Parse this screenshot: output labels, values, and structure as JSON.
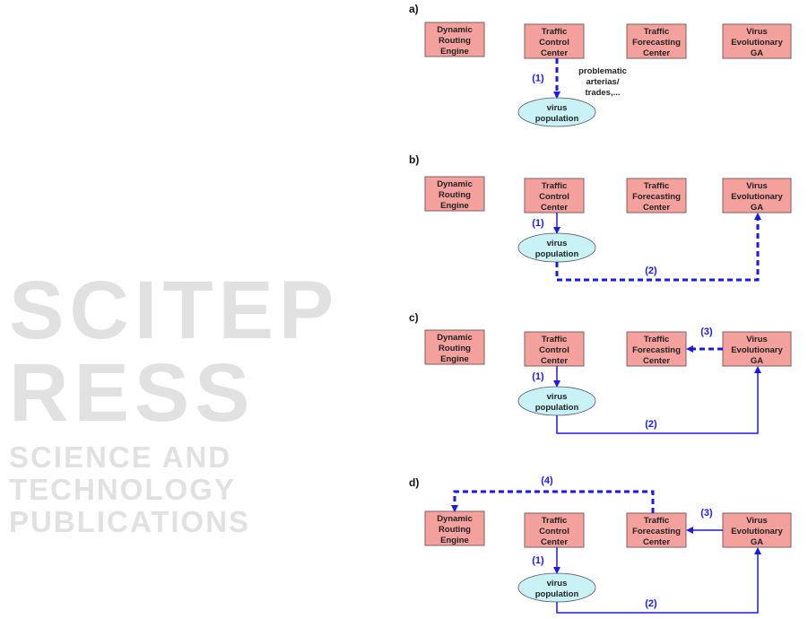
{
  "watermark": {
    "title": "SCITEPRESS",
    "subtitle": "SCIENCE AND TECHNOLOGY PUBLICATIONS"
  },
  "nodes": {
    "dre": [
      "Dynamic",
      "Routing",
      "Engine"
    ],
    "tcc": [
      "Traffic",
      "Control",
      "Center"
    ],
    "tfc": [
      "Traffic",
      "Forecasting",
      "Center"
    ],
    "vega": [
      "Virus",
      "Evolutionary",
      "GA"
    ],
    "pop": [
      "virus",
      "population"
    ]
  },
  "note": [
    "problematic",
    "arterias/",
    "trades,..."
  ],
  "panels": [
    {
      "label": "a)",
      "arrows": [
        {
          "id": "1",
          "label": "(1)",
          "style": "dashed"
        }
      ]
    },
    {
      "label": "b)",
      "arrows": [
        {
          "id": "1",
          "label": "(1)",
          "style": "solid"
        },
        {
          "id": "2",
          "label": "(2)",
          "style": "dashed"
        }
      ]
    },
    {
      "label": "c)",
      "arrows": [
        {
          "id": "1",
          "label": "(1)",
          "style": "solid"
        },
        {
          "id": "2",
          "label": "(2)",
          "style": "solid"
        },
        {
          "id": "3",
          "label": "(3)",
          "style": "dashed"
        }
      ]
    },
    {
      "label": "d)",
      "arrows": [
        {
          "id": "1",
          "label": "(1)",
          "style": "solid"
        },
        {
          "id": "2",
          "label": "(2)",
          "style": "solid"
        },
        {
          "id": "3",
          "label": "(3)",
          "style": "solid"
        },
        {
          "id": "4",
          "label": "(4)",
          "style": "dashed"
        }
      ]
    }
  ],
  "colors": {
    "box": "#f4a09c",
    "ellipse": "#c9f2f7",
    "arrow": "#1a1ae6"
  }
}
